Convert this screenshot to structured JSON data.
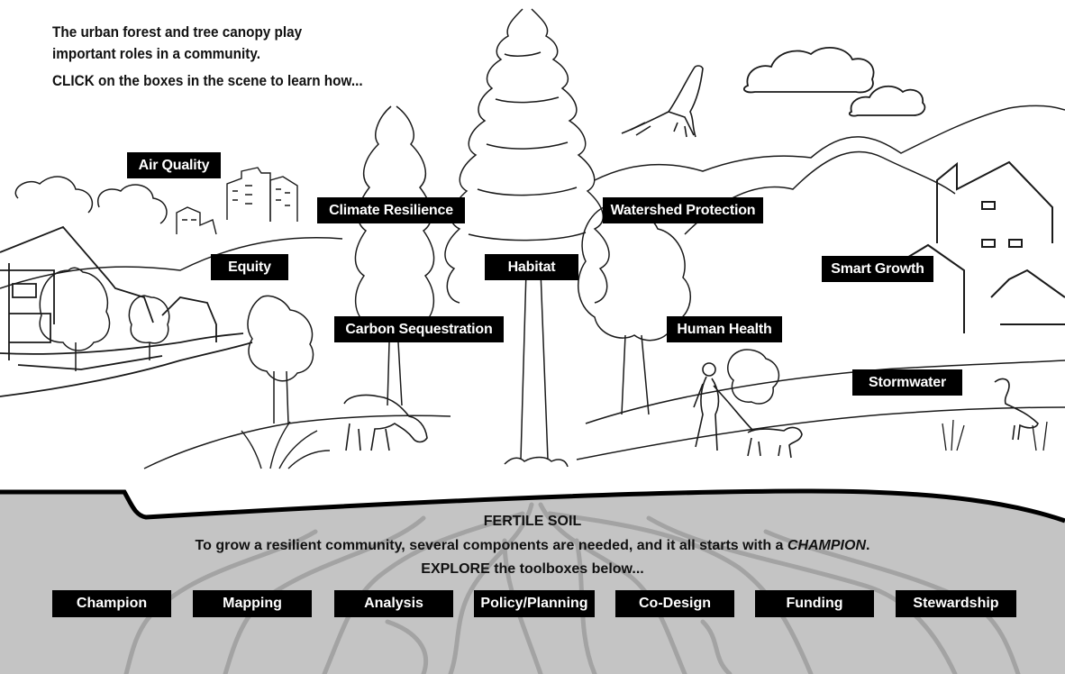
{
  "intro": {
    "line1": "The urban forest and tree canopy play",
    "line2": "important roles in a community.",
    "line3": "CLICK on the boxes in the scene to learn how..."
  },
  "scene_boxes": {
    "air_quality": "Air Quality",
    "climate_resilience": "Climate Resilience",
    "watershed_protection": "Watershed Protection",
    "equity": "Equity",
    "habitat": "Habitat",
    "smart_growth": "Smart Growth",
    "carbon_sequestration": "Carbon Sequestration",
    "human_health": "Human Health",
    "stormwater": "Stormwater"
  },
  "soil": {
    "heading": "FERTILE SOIL",
    "body_prefix": "To grow a resilient community, several components are needed, and it all starts with a ",
    "body_emphasis": "CHAMPION",
    "body_suffix": ".",
    "explore": "EXPLORE the toolboxes below..."
  },
  "toolboxes": [
    "Champion",
    "Mapping",
    "Analysis",
    "Policy/Planning",
    "Co-Design",
    "Funding",
    "Stewardship"
  ],
  "colors": {
    "soil": "#c4c4c4",
    "box_bg": "#000000",
    "box_text": "#ffffff",
    "line_art": "#1a1a1a"
  }
}
